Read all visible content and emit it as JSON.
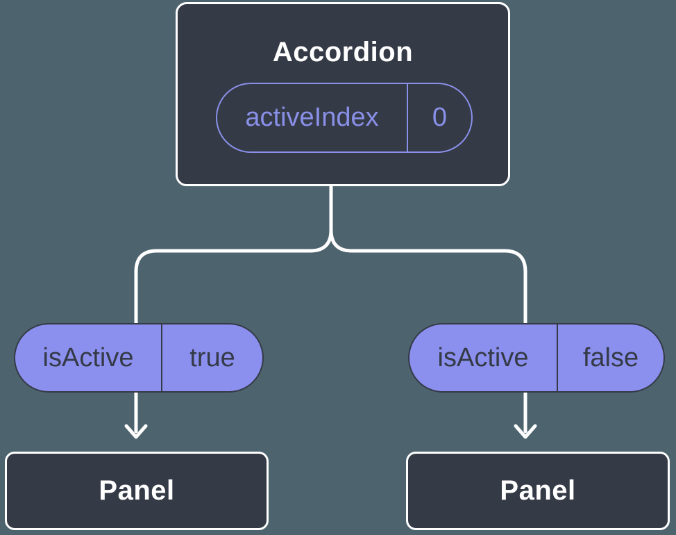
{
  "colors": {
    "bg": "#4d646e",
    "node": "#343a46",
    "pill": "#8b90ee",
    "accent": "#8a90e8",
    "line": "#ffffff",
    "text-light": "#ffffff",
    "text-dark": "#343a46"
  },
  "root": {
    "title": "Accordion",
    "state": {
      "name": "activeIndex",
      "value": "0"
    }
  },
  "branches": [
    {
      "prop": "isActive",
      "value": "true",
      "child": "Panel"
    },
    {
      "prop": "isActive",
      "value": "false",
      "child": "Panel"
    }
  ]
}
